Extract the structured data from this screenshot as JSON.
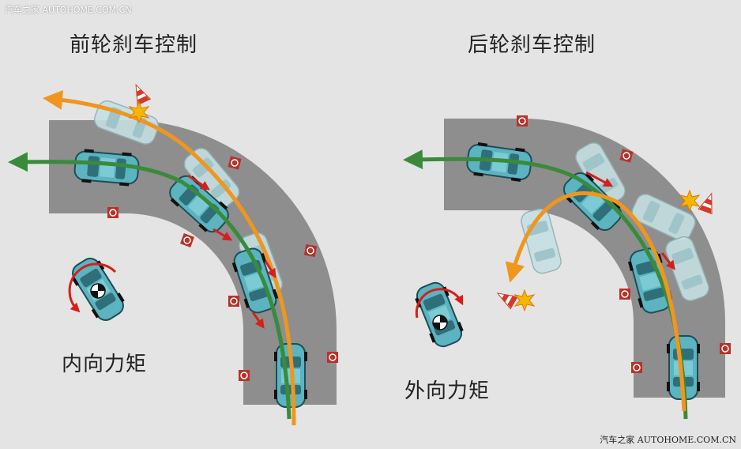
{
  "watermarks": {
    "top": "汽车之家  AUTOHOME.COM.CN",
    "bottom": "汽车之家  AUTOHOME.COM.CN"
  },
  "left_panel": {
    "title": "前轮刹车控制",
    "moment_label": "内向力矩"
  },
  "right_panel": {
    "title": "后轮刹车控制",
    "moment_label": "外向力矩"
  },
  "colors": {
    "road": "#8e8e8e",
    "car_body": "#5bb4c0",
    "car_ghost": "#b8d8dc",
    "green_path": "#3a8a3c",
    "orange_path": "#f0961e",
    "red_arrow": "#d4201c",
    "cone": "#d43a2a",
    "collision": "#f5b800"
  }
}
